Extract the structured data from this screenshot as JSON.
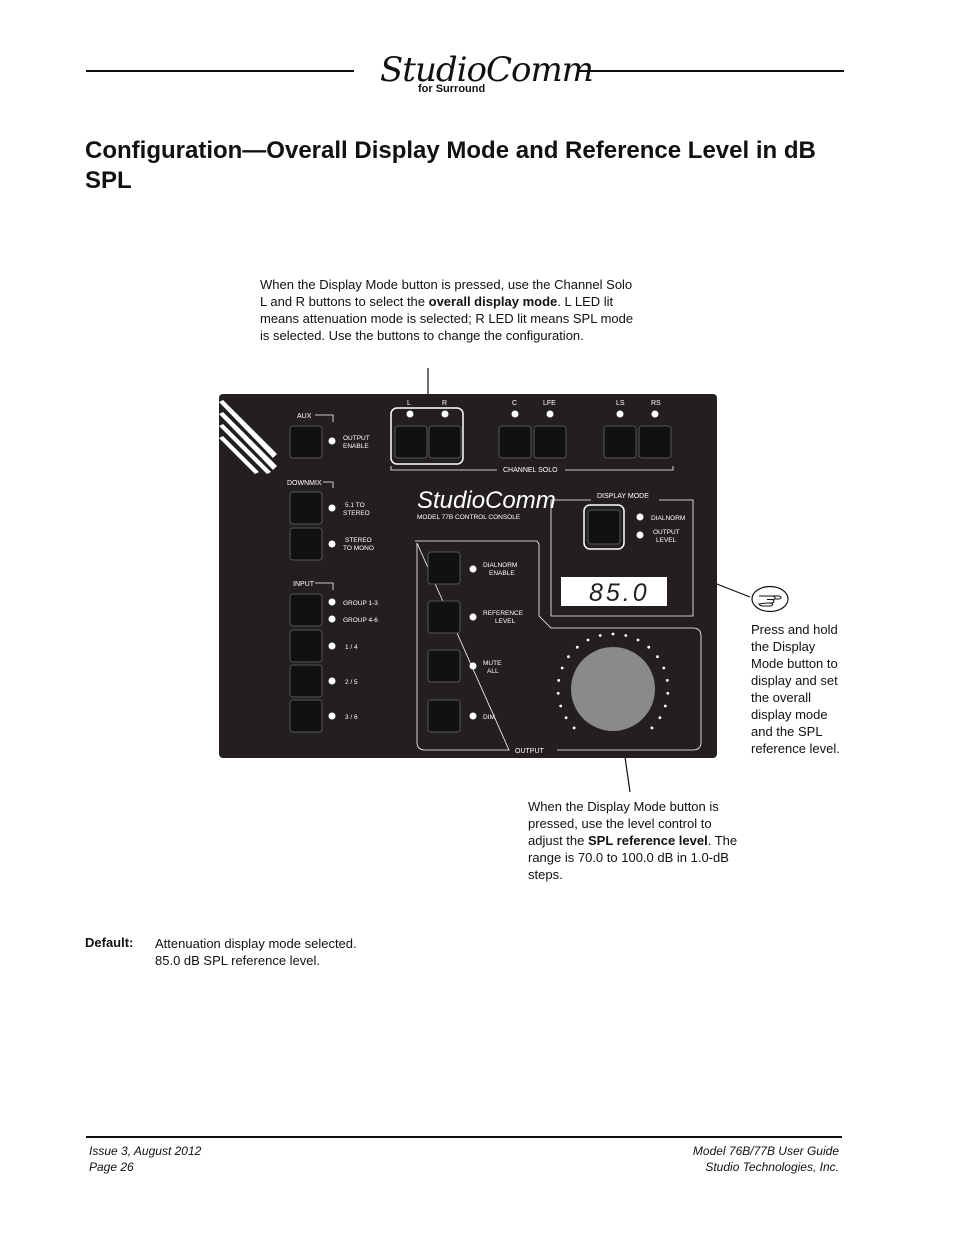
{
  "header": {
    "logo": "StudioComm",
    "logo_sub": "for Surround"
  },
  "page_title": "Configuration—Overall Display Mode and Reference Level in dB SPL",
  "callout_top": {
    "text1": "When the Display Mode button is pressed, use the Channel Solo L and R buttons to select the ",
    "bold": "overall display mode",
    "text2": ". L LED lit means attenuation mode is selected; R LED lit means SPL mode is selected. Use the buttons to change the configuration."
  },
  "callout_right": "Press and hold the Display Mode button to display and set the overall display mode and the SPL reference level.",
  "callout_bottom": {
    "text1": "When the Display Mode button is pressed, use the level control to adjust the ",
    "bold": "SPL reference level",
    "text2": ". The range is 70.0 to 100.0 dB in 1.0-dB steps."
  },
  "panel": {
    "logo": "StudioComm",
    "model": "MODEL 77B CONTROL CONSOLE",
    "aux_label": "AUX",
    "output_enable": [
      "OUTPUT",
      "ENABLE"
    ],
    "downmix_label": "DOWNMIX",
    "downmix_items": [
      [
        "5.1 TO",
        "STEREO"
      ],
      [
        "STEREO",
        "TO MONO"
      ]
    ],
    "input_label": "INPUT",
    "input_items": [
      "GROUP 1-3",
      "GROUP 4-6",
      "1 / 4",
      "2 / 5",
      "3 / 6"
    ],
    "channel_solo_label": "CHANNEL SOLO",
    "channels": [
      "L",
      "R",
      "C",
      "LFE",
      "LS",
      "RS"
    ],
    "display_mode_label": "DISPLAY MODE",
    "dialnorm": "DIALNORM",
    "output_level": [
      "OUTPUT",
      "LEVEL"
    ],
    "display_value": "85.0",
    "output_label": "OUTPUT",
    "output_items": [
      [
        "DIALNORM",
        "ENABLE"
      ],
      [
        "REFERENCE",
        "LEVEL"
      ],
      [
        "MUTE",
        "ALL"
      ],
      [
        "DIM",
        ""
      ]
    ]
  },
  "default_section": {
    "label": "Default:",
    "line1": "Attenuation display mode selected.",
    "line2": "85.0 dB SPL reference level."
  },
  "footer": {
    "left_line1": "Issue 3, August 2012",
    "left_line2": "Page 26",
    "right_line1": "Model 76B/77B User Guide",
    "right_line2": "Studio Technologies, Inc."
  }
}
